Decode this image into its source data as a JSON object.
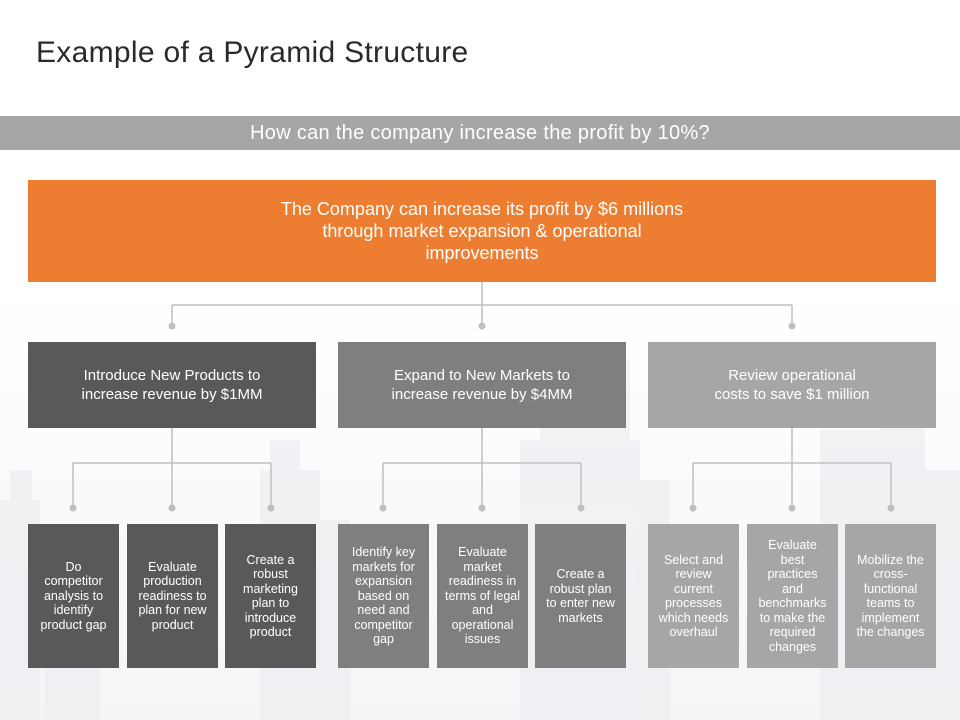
{
  "title": "Example of a Pyramid Structure",
  "question": "How can the company increase the profit by 10%?",
  "main_answer": "The Company can increase its profit by $6 millions\nthrough market expansion & operational\nimprovements",
  "branches": [
    {
      "label": "Introduce New Products to\nincrease revenue by $1MM",
      "color": "#595959",
      "children": [
        "Do\ncompetitor\nanalysis to\nidentify\nproduct gap",
        "Evaluate\nproduction\nreadiness to\nplan for new\nproduct",
        "Create a\nrobust\nmarketing\nplan to\nintroduce\nproduct"
      ]
    },
    {
      "label": "Expand to New Markets to\nincrease revenue by $4MM",
      "color": "#7f7f7f",
      "children": [
        "Identify key\nmarkets for\nexpansion\nbased on\nneed and\ncompetitor\ngap",
        "Evaluate\nmarket\nreadiness in\nterms of legal\nand\noperational\nissues",
        "Create a\nrobust plan\nto enter new\nmarkets"
      ]
    },
    {
      "label": "Review operational\ncosts to save $1 million",
      "color": "#a6a6a6",
      "children": [
        "Select and\nreview\ncurrent\nprocesses\nwhich needs\noverhaul",
        "Evaluate\nbest\npractices\nand\nbenchmarks\nto make the\nrequired\nchanges",
        "Mobilize the\ncross-\nfunctional\nteams to\nimplement\nthe changes"
      ]
    }
  ],
  "colors": {
    "accent": "#ed7d31",
    "question_bar": "#a6a6a6",
    "connector": "#bfbfbf"
  }
}
